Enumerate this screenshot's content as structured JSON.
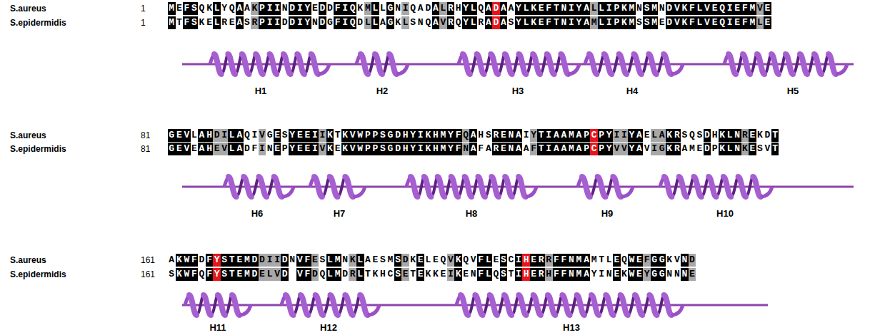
{
  "diagram": {
    "labels": [
      "S.aureus",
      "1",
      "MEFSQKLYQAAKPIINDIYEDDFIQKMLLGNIQADALRHYLQADAAYLKEFTNIYALLIPKMNSMNDVKFLVEQIEFMVE",
      "S.epidermidis",
      "1",
      "MTFSKELREASRPIIDDIYNDGFIQDLLAGKLSNQAVRQYLRADASYLKEFTNIYAMLIPKMSSMEDVKFLVEQIEFMLE",
      "H1",
      "H2",
      "H3",
      "H4",
      "H5",
      "S.aureus",
      "81",
      "GEVLAHDILAQIVGESYEEIIKTKVWPPSGDHYIKHMYFQAHSRENAIYTIAAMAPCPYIIYAELAKRSQSDHKLNREKDT",
      "S.epidermidis",
      "81",
      "GEVEAHEVLADFINEPYEEIVKEKVWPPSGDHYIKHMYFNAFARENAAFTIAAMAPCPYVVYAVIGKRAMEDPKLNKESVT",
      "H6",
      "H7",
      "H8",
      "H9",
      "H10",
      "S.aureus",
      "161",
      "AKWFDFYSTEMDDIIDNVFESLMNKLAESMSDKELEQVKQVFLESCIHERRFFNMAMTLEQWEFGGKVND",
      "S.epidermidis",
      "161",
      "SKWFQFYSTEMDELVDVFDQLMDRLTKHCSETEKKEIKENFLQSTIHERHFFNMAYINEKWEYGGNNNE",
      "H11",
      "H12",
      "H13"
    ]
  }
}
